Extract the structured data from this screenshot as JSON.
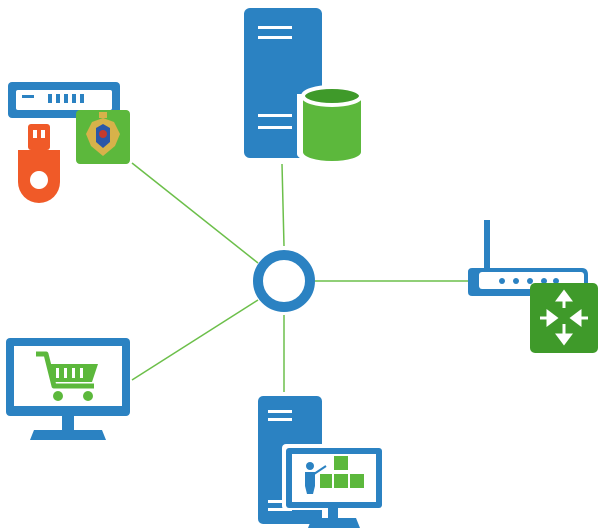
{
  "diagram": {
    "title": "",
    "nodes": [
      {
        "id": "hub",
        "icon": "hub-ring-icon"
      },
      {
        "id": "database-server",
        "icon": "server-database-icon"
      },
      {
        "id": "token-and-certificate",
        "icon": "usb-token-certificate-icon",
        "emblem": "russian-coat-of-arms-emblem"
      },
      {
        "id": "router",
        "icon": "router-icon"
      },
      {
        "id": "ecommerce-workstation",
        "icon": "shopping-cart-monitor-icon"
      },
      {
        "id": "presentation-server",
        "icon": "server-presentation-monitor-icon"
      }
    ],
    "edges": [
      {
        "from": "hub",
        "to": "database-server"
      },
      {
        "from": "hub",
        "to": "token-and-certificate"
      },
      {
        "from": "hub",
        "to": "router"
      },
      {
        "from": "hub",
        "to": "ecommerce-workstation"
      },
      {
        "from": "hub",
        "to": "presentation-server"
      }
    ]
  },
  "colors": {
    "blue": "#2b82c2",
    "blue_dark": "#1f6aa3",
    "green": "#5cb83c",
    "green_dark": "#3f9a2a",
    "orange": "#f05a28",
    "line": "#6cbf4a"
  }
}
